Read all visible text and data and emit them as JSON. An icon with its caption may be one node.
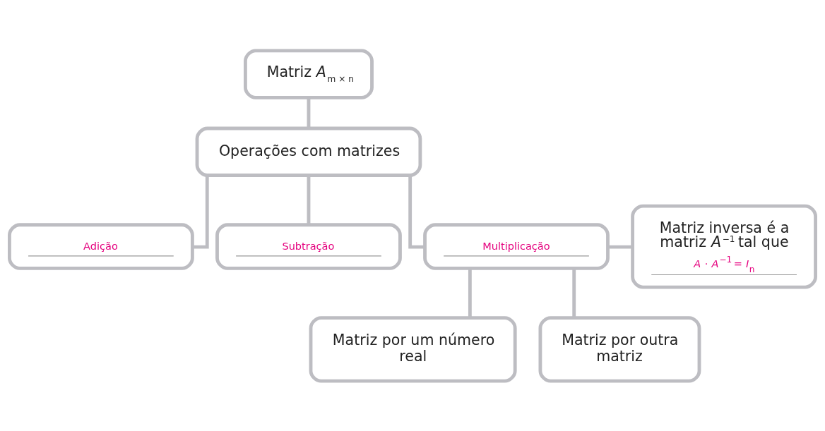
{
  "diagram": {
    "nodes": [
      {
        "text": [
          "Matriz *A*$_{m × n}$"
        ]
      },
      {
        "text": [
          "Operações com matrizes"
        ]
      },
      {
        "text": [
          "Adição"
        ]
      },
      {
        "text": [
          "Subtração"
        ]
      },
      {
        "text": [
          "Multiplicação"
        ]
      },
      {
        "text": [
          "Matriz inversa é a matriz *A*$^{−1}$ tal que",
          "*A* · *A*$^{−1}$ = *I*$_{n}$"
        ]
      },
      {
        "text": [
          "Matriz por um número real"
        ]
      },
      {
        "text": [
          "Matriz por outra matriz"
        ]
      }
    ],
    "edges": [
      {
        "from": 0,
        "to": 1,
        "arrow": "none"
      },
      {
        "from": 1,
        "to": 2,
        "arrow": "none"
      },
      {
        "from": 1,
        "to": 3,
        "arrow": "none"
      },
      {
        "from": 1,
        "to": 4,
        "arrow": "none"
      },
      {
        "from": 4,
        "to": 5,
        "arrow": "none"
      },
      {
        "from": 4,
        "to": 6,
        "arrow": "none"
      },
      {
        "from": 4,
        "to": 7,
        "arrow": "none"
      }
    ]
  }
}
